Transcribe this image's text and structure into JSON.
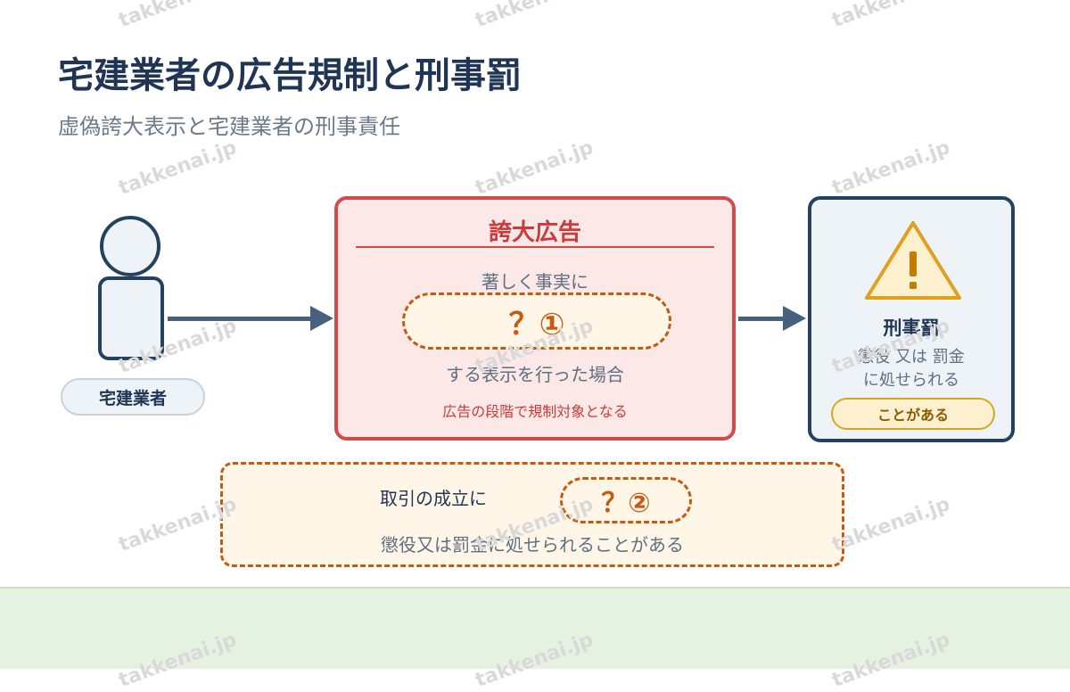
{
  "title": "宅建業者の広告規制と刑事罰",
  "subtitle": "虚偽誇大表示と宅建業者の刑事責任",
  "watermark": "takkenai.jp",
  "actor": {
    "label": "宅建業者"
  },
  "exaggeration_box": {
    "title": "誇大広告",
    "line1": "著しく事実に",
    "blank": "？①",
    "line2": "する表示を行った場合",
    "note": "広告の段階で規制対象となる"
  },
  "penalty_box": {
    "title": "刑事罰",
    "line1": "懲役 又は 罰金",
    "line2": "に処せられる",
    "badge": "ことがある"
  },
  "transaction_box": {
    "line1": "取引の成立に",
    "blank": "？②",
    "line2": "懲役又は罰金に処せられることがある"
  },
  "colors": {
    "navy": "#1f3553",
    "red": "#d24a4a",
    "orange": "#c55a11",
    "warning": "#e0a020",
    "gray_text": "#6b7a8b"
  }
}
